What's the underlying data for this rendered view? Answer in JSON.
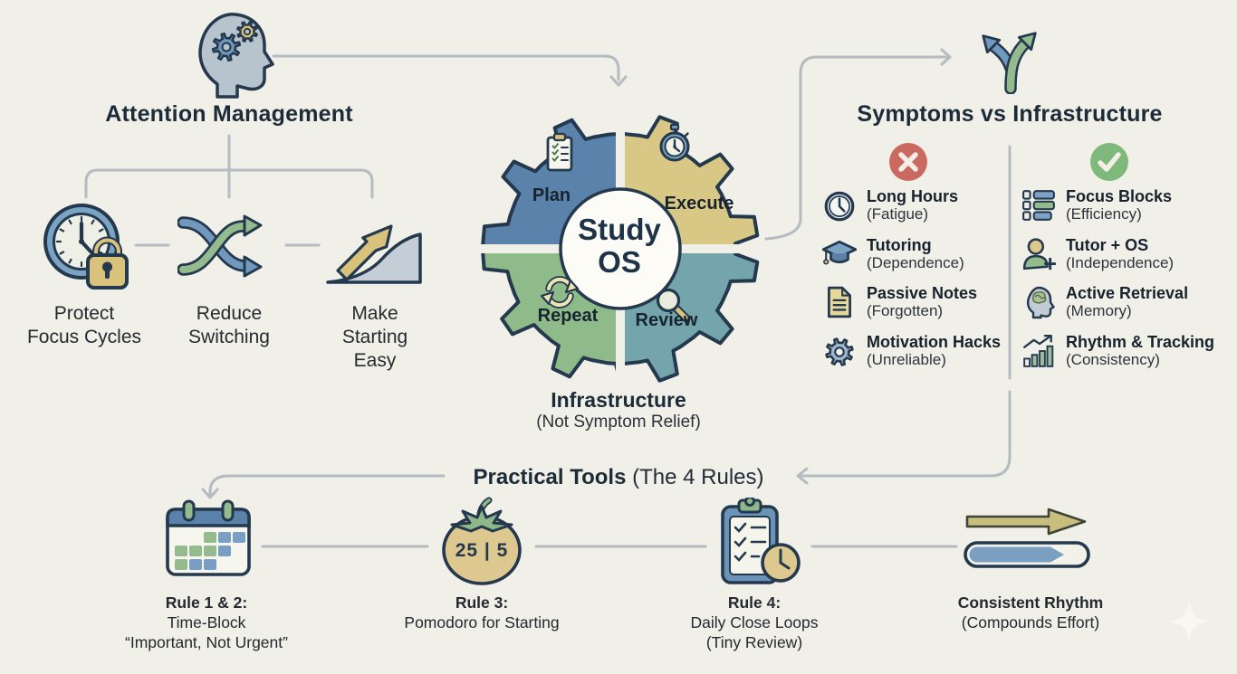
{
  "palette": {
    "background": "#f0efe8",
    "outline_navy": "#24394d",
    "heading_navy": "#1c2b38",
    "line_gray": "#b4bbc1",
    "negative_red": "#c9695f",
    "positive_green": "#7eb87b",
    "blue": "#5b82aa",
    "light_blue": "#7ba3c4",
    "tan": "#d9c27c",
    "sage_green": "#93bb8e",
    "teal": "#74a5ad"
  },
  "attention": {
    "title": "Attention Management",
    "items": [
      {
        "icon": "clock-lock-icon",
        "lines": [
          "Protect",
          "Focus Cycles"
        ]
      },
      {
        "icon": "switch-arrows-icon",
        "lines": [
          "Reduce",
          "Switching"
        ]
      },
      {
        "icon": "rising-slope-icon",
        "lines": [
          "Make",
          "Starting",
          "Easy"
        ]
      }
    ]
  },
  "core": {
    "center": [
      "Study",
      "OS"
    ],
    "gears": [
      {
        "label": "Plan",
        "icon": "clipboard-icon"
      },
      {
        "label": "Execute",
        "icon": "stopwatch-icon"
      },
      {
        "label": "Repeat",
        "icon": "refresh-icon"
      },
      {
        "label": "Review",
        "icon": "magnifier-icon"
      }
    ],
    "caption_title": "Infrastructure",
    "caption_sub": "(Not Symptom Relief)"
  },
  "comparison": {
    "title": "Symptoms vs Infrastructure",
    "negative": {
      "items": [
        {
          "icon": "clock-icon",
          "title": "Long Hours",
          "subtitle": "(Fatigue)"
        },
        {
          "icon": "graduation-cap-icon",
          "title": "Tutoring",
          "subtitle": "(Dependence)"
        },
        {
          "icon": "document-icon",
          "title": "Passive Notes",
          "subtitle": "(Forgotten)"
        },
        {
          "icon": "gear-icon",
          "title": "Motivation Hacks",
          "subtitle": "(Unreliable)"
        }
      ]
    },
    "positive": {
      "items": [
        {
          "icon": "focus-blocks-icon",
          "title": "Focus Blocks",
          "subtitle": "(Efficiency)"
        },
        {
          "icon": "person-plus-icon",
          "title": "Tutor + OS",
          "subtitle": "(Independence)"
        },
        {
          "icon": "brain-head-icon",
          "title": "Active Retrieval",
          "subtitle": "(Memory)"
        },
        {
          "icon": "bar-chart-icon",
          "title": "Rhythm & Tracking",
          "subtitle": "(Consistency)"
        }
      ]
    }
  },
  "tools": {
    "title_bold": "Practical Tools",
    "title_rest": "(The 4 Rules)",
    "items": [
      {
        "icon": "calendar-icon",
        "lines": [
          "Rule 1 & 2:",
          "Time-Block",
          "“Important, Not Urgent”"
        ]
      },
      {
        "icon": "pomodoro-icon",
        "badge": "25 | 5",
        "lines": [
          "Rule 3:",
          "Pomodoro for Starting"
        ]
      },
      {
        "icon": "checklist-clock-icon",
        "lines": [
          "Rule 4:",
          "Daily Close Loops",
          "(Tiny Review)"
        ]
      },
      {
        "icon": "progress-bar-icon",
        "lines": [
          "Consistent Rhythm",
          "(Compounds Effort)"
        ]
      }
    ]
  }
}
